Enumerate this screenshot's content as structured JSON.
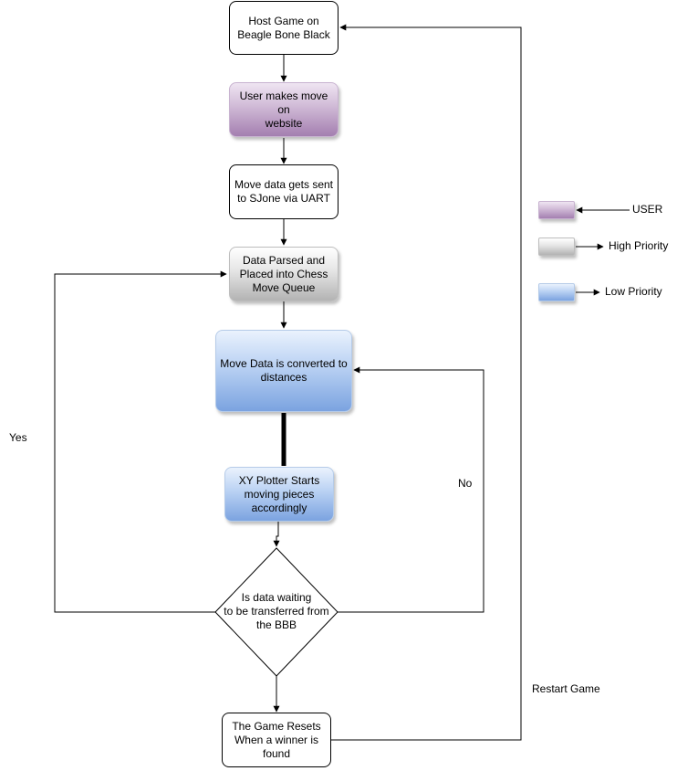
{
  "nodes": {
    "host_game": "Host Game on\nBeagle Bone Black",
    "user_move": "User makes move on\nwebsite",
    "move_data_sent": "Move data gets sent\nto SJone via UART",
    "data_parsed": "Data Parsed and\nPlaced into Chess\nMove Queue",
    "converted": "Move Data is converted to\ndistances",
    "plotter": "XY Plotter Starts\nmoving pieces\naccordingly",
    "decision": "Is data waiting\nto be transferred from\nthe BBB",
    "game_resets": "The Game Resets\nWhen a winner is\nfound"
  },
  "edge_labels": {
    "yes": "Yes",
    "no": "No",
    "restart": "Restart Game"
  },
  "legend": [
    {
      "label": "USER",
      "style": "purple"
    },
    {
      "label": "High Priority",
      "style": "gray"
    },
    {
      "label": "Low Priority",
      "style": "blue"
    }
  ],
  "colors": {
    "user": "#a47fb0",
    "high_priority": "#b3b3b3",
    "low_priority": "#7ba3e0",
    "line": "#000000"
  }
}
